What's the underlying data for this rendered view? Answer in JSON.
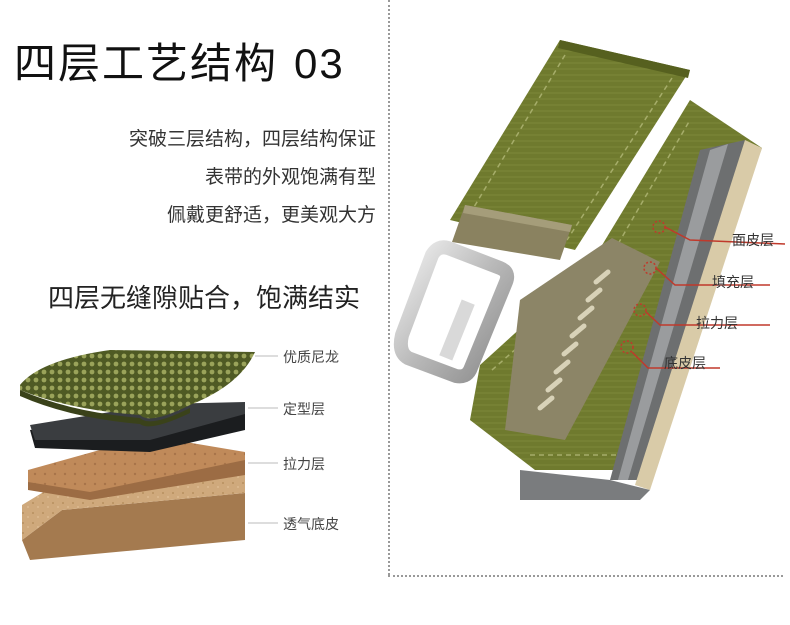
{
  "title": {
    "text": "四层工艺结构",
    "number": "03"
  },
  "description": [
    "突破三层结构，四层结构保证",
    "表带的外观饱满有型",
    "佩戴更舒适，更美观大方"
  ],
  "subheading": "四层无缝隙贴合，饱满结实",
  "layers": [
    {
      "label": "优质尼龙"
    },
    {
      "label": "定型层"
    },
    {
      "label": "拉力层"
    },
    {
      "label": "透气底皮"
    }
  ],
  "callouts": [
    {
      "label": "面皮层"
    },
    {
      "label": "填充层"
    },
    {
      "label": "拉力层"
    },
    {
      "label": "底皮层"
    }
  ],
  "colors": {
    "nylon": "#5e6a2c",
    "strap_green": "#6f7a2e",
    "shaping_layer": "#2a2d2f",
    "tensile_layer": "#c28a5c",
    "bottom_leather": "#c9a67a",
    "callout_red": "#c0392b"
  }
}
